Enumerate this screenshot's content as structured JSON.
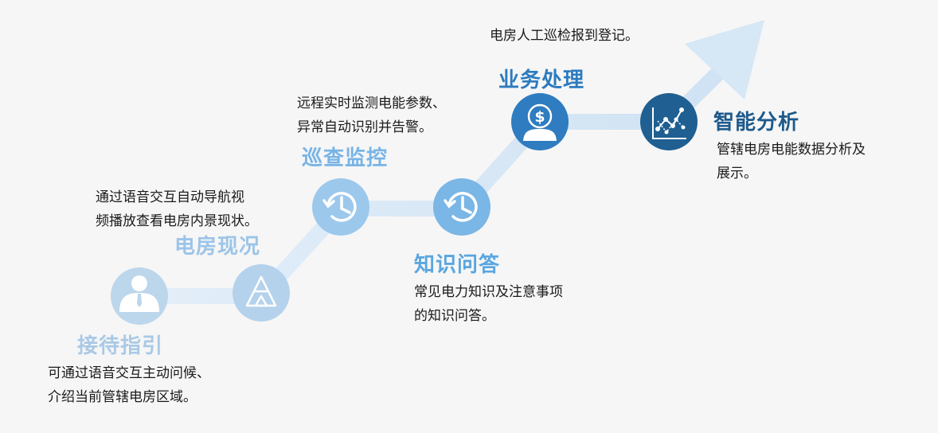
{
  "steps": [
    {
      "title": "接待指引",
      "desc": [
        "可通过语音交互主动问候、",
        "介绍当前管辖电房区域。"
      ],
      "icon": "receptionist-icon",
      "color": "#bcd6ec",
      "title_color": "#a9c9e6"
    },
    {
      "title": "电房现况",
      "desc": [
        "通过语音交互自动导航视",
        "频播放查看电房内景现状。"
      ],
      "icon": "triangle-logo-icon",
      "color": "#b5d2ec",
      "title_color": "#9cc4e8"
    },
    {
      "title": "巡查监控",
      "desc": [
        "远程实时监测电能参数、",
        "异常自动识别并告警。"
      ],
      "icon": "history-clock-icon",
      "color": "#9cc8ec",
      "title_color": "#78b4e6"
    },
    {
      "title": "知识问答",
      "desc": [
        "常见电力知识及注意事项",
        "的知识问答。"
      ],
      "icon": "history-clock-icon",
      "color": "#7ab6e6",
      "title_color": "#5aa6e0"
    },
    {
      "title": "业务处理",
      "desc": [
        "电房人工巡检报到登记。"
      ],
      "icon": "dollar-person-icon",
      "color": "#2f7cc0",
      "title_color": "#2c7bbf"
    },
    {
      "title": "智能分析",
      "desc": [
        "管辖电房电能数据分析及",
        "展示。"
      ],
      "icon": "line-chart-icon",
      "color": "#1f5f91",
      "title_color": "#1e5a8c"
    }
  ]
}
